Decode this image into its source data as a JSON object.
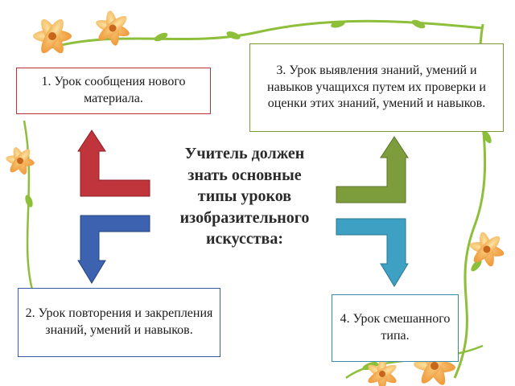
{
  "center_title_lines": [
    "Учитель должен",
    "знать основные",
    "типы уроков",
    "изобразительного",
    "искусства:"
  ],
  "boxes": {
    "lesson1": "1. Урок сообщения нового материала.",
    "lesson2": "2. Урок повторения и закрепления знаний, умений и навыков.",
    "lesson3": "3. Урок выявления знаний, умений и навыков учащихся путем их проверки и оценки этих знаний, умений и навыков.",
    "lesson4": "4. Урок смешанного типа."
  },
  "colors": {
    "red": "#c0343c",
    "blue": "#3c62b0",
    "green": "#7d9c3c",
    "cyan": "#3ea0c2",
    "vine": "#8dbf3a",
    "flower": "#f3a23a"
  }
}
